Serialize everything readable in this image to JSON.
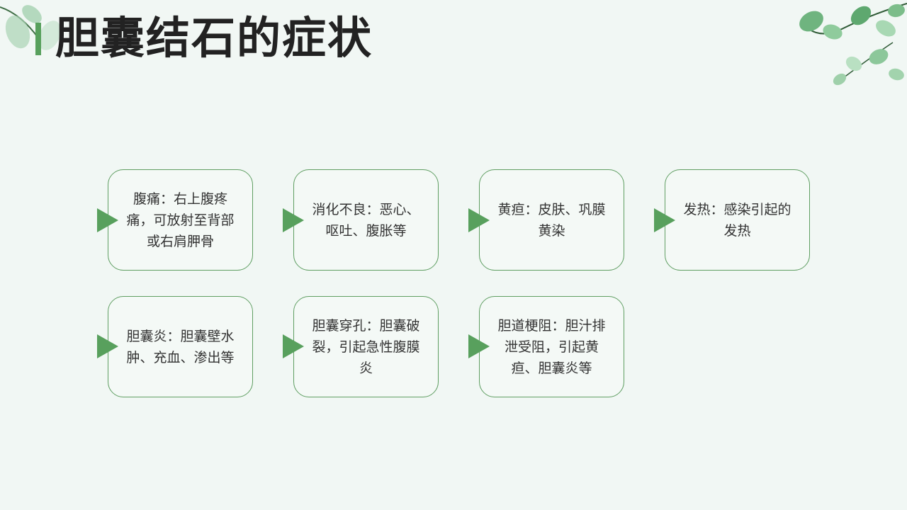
{
  "title": "胆囊结石的症状",
  "colors": {
    "accent": "#58a05d",
    "card_border": "#5f9e62",
    "background": "#f1f7f4",
    "text": "#333333",
    "title": "#222222"
  },
  "cards": [
    {
      "text": "腹痛：右上腹疼痛，可放射至背部或右肩胛骨"
    },
    {
      "text": "消化不良：恶心、呕吐、腹胀等"
    },
    {
      "text": "黄疸：皮肤、巩膜黄染"
    },
    {
      "text": "发热：感染引起的发热"
    },
    {
      "text": "胆囊炎：胆囊壁水肿、充血、渗出等"
    },
    {
      "text": "胆囊穿孔：胆囊破裂，引起急性腹膜炎"
    },
    {
      "text": "胆道梗阻：胆汁排泄受阻，引起黄疸、胆囊炎等"
    }
  ],
  "icons": {
    "arrow": "triangle-right-icon",
    "decoration": "leaf-branch-icon"
  }
}
